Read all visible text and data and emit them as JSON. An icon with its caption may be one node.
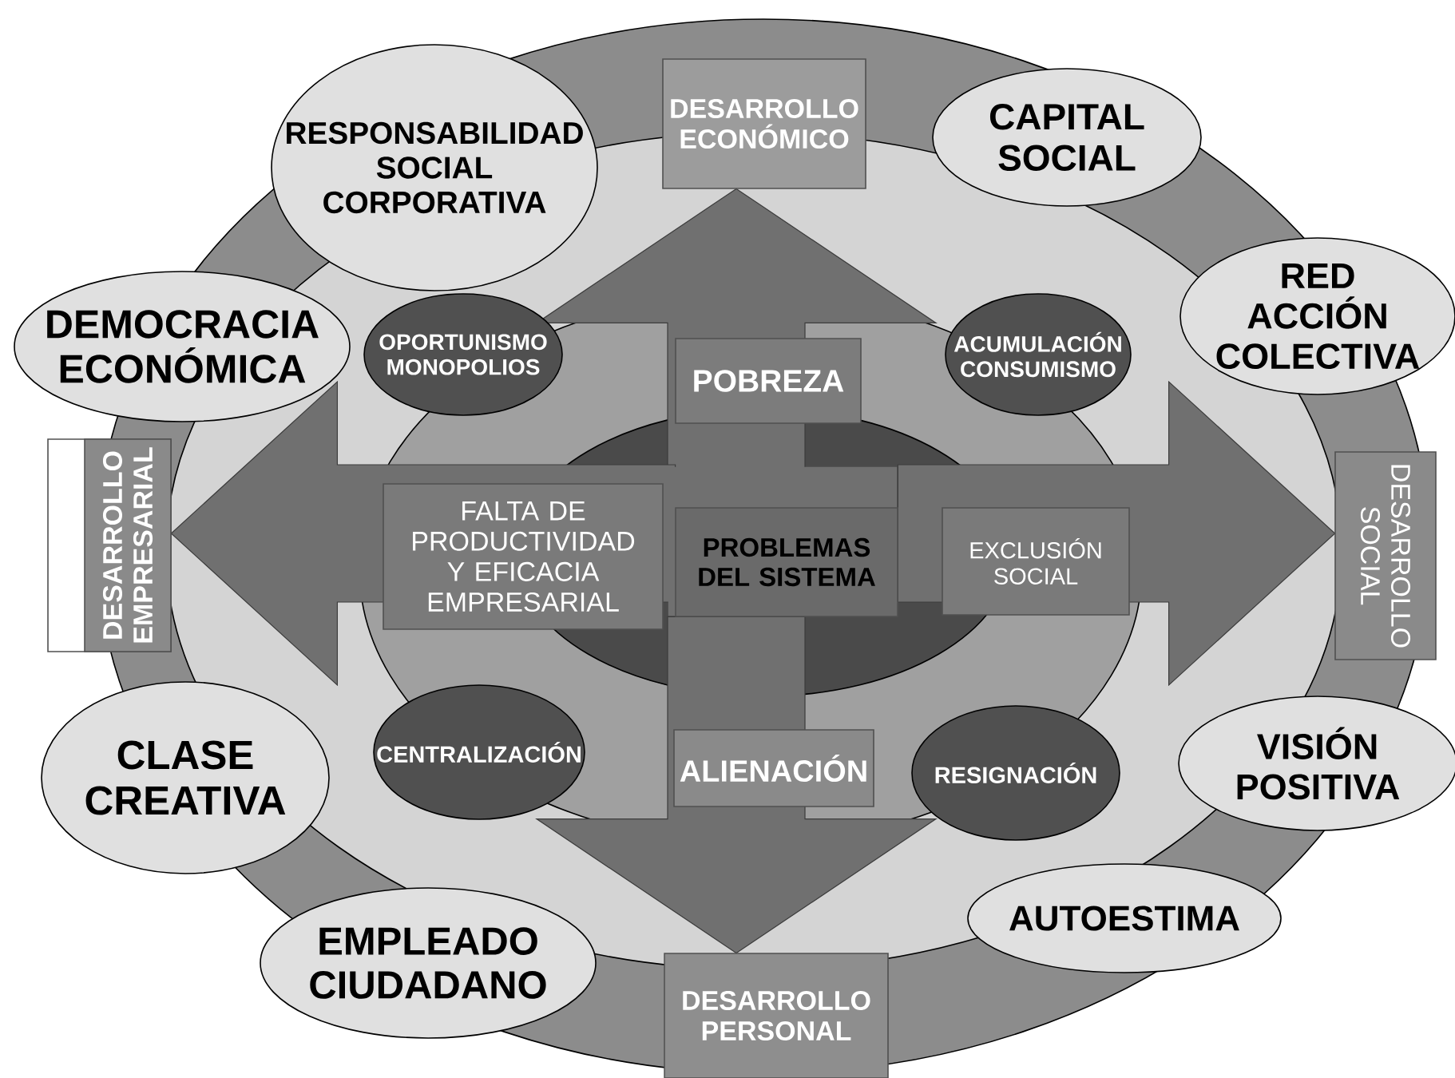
{
  "diagram": {
    "nodes": [
      {
        "text": [
          "DESARROLLO ECONÓMICO"
        ]
      },
      {
        "text": [
          "RESPONSABILIDAD SOCIAL CORPORATIVA"
        ]
      },
      {
        "text": [
          "CAPITAL SOCIAL"
        ]
      },
      {
        "text": [
          "DEMOCRACIA ECONÓMICA"
        ]
      },
      {
        "text": [
          "OPORTUNISMO MONOPOLIOS"
        ]
      },
      {
        "text": [
          "POBREZA"
        ]
      },
      {
        "text": [
          "ACUMULACIÓN CONSUMISMO"
        ]
      },
      {
        "text": [
          "RED ACCIÓN COLECTIVA"
        ]
      },
      {
        "text": [
          "DESARROLLO EMPRESARIAL"
        ]
      },
      {
        "text": [
          "FALTA DE PRODUCTIVIDAD Y EFICACIA EMPRESARIAL"
        ]
      },
      {
        "text": [
          "PROBLEMAS DEL SISTEMA"
        ]
      },
      {
        "text": [
          "EXCLUSIÓN SOCIAL"
        ]
      },
      {
        "text": [
          "DESARROLLO SOCIAL"
        ]
      },
      {
        "text": [
          "CLASE CREATIVA"
        ]
      },
      {
        "text": [
          "CENTRALIZACIÓN"
        ]
      },
      {
        "text": [
          "ALIENACIÓN"
        ]
      },
      {
        "text": [
          "RESIGNACIÓN"
        ]
      },
      {
        "text": [
          "VISIÓN POSITIVA"
        ]
      },
      {
        "text": [
          "EMPLEADO CIUDADANO"
        ]
      },
      {
        "text": [
          "AUTOESTIMA"
        ]
      },
      {
        "text": [
          "DESARROLLO PERSONAL"
        ]
      }
    ],
    "edges": [
      {
        "from": 10,
        "to": 0,
        "arrow": "to"
      },
      {
        "from": 10,
        "to": 8,
        "arrow": "to"
      },
      {
        "from": 10,
        "to": 12,
        "arrow": "to"
      },
      {
        "from": 10,
        "to": 20,
        "arrow": "to"
      }
    ]
  }
}
